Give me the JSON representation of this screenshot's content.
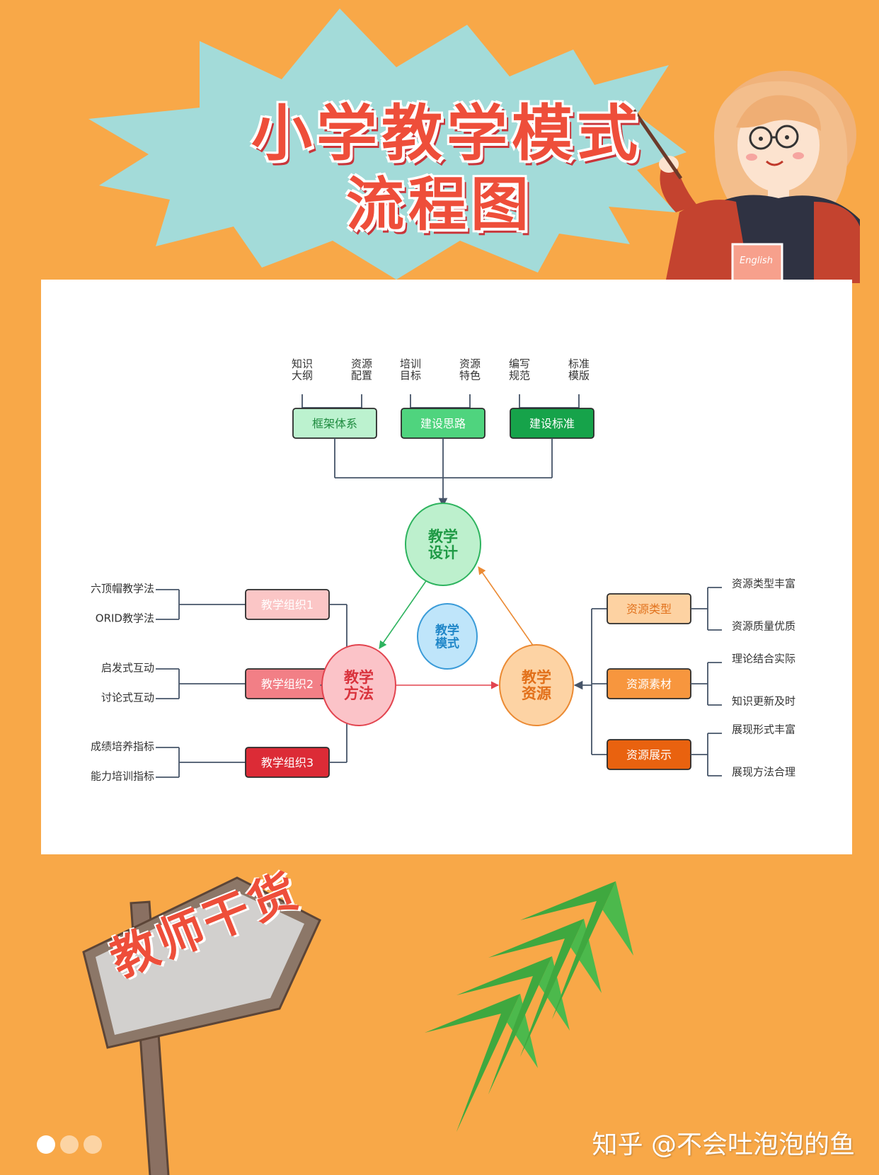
{
  "header": {
    "title_line1": "小学教学模式",
    "title_line2": "流程图"
  },
  "diagram": {
    "center": "教学\n模式",
    "hubs": {
      "design": "教学\n设计",
      "method": "教学\n方法",
      "resource": "教学\n资源"
    },
    "top_boxes": [
      {
        "label": "框架体系",
        "fill": "#BCF2CF",
        "text_color": "#1D8A3E",
        "leaves": [
          "知识\n大纲",
          "资源\n配置"
        ]
      },
      {
        "label": "建设思路",
        "fill": "#4FD47E",
        "text_color": "#ffffff",
        "leaves": [
          "培训\n目标",
          "资源\n特色"
        ]
      },
      {
        "label": "建设标准",
        "fill": "#16A34A",
        "text_color": "#ffffff",
        "leaves": [
          "编写\n规范",
          "标准\n模版"
        ]
      }
    ],
    "left_boxes": [
      {
        "label": "教学组织1",
        "fill": "#FBC6C6",
        "text_color": "#ffffff",
        "leaves": [
          "六顶帽教学法",
          "ORID教学法"
        ]
      },
      {
        "label": "教学组织2",
        "fill": "#F27F86",
        "text_color": "#ffffff",
        "leaves": [
          "启发式互动",
          "讨论式互动"
        ]
      },
      {
        "label": "教学组织3",
        "fill": "#DC2B36",
        "text_color": "#ffffff",
        "leaves": [
          "成绩培养指标",
          "能力培训指标"
        ]
      }
    ],
    "right_boxes": [
      {
        "label": "资源类型",
        "fill": "#FDD2A2",
        "text_color": "#E2731E",
        "leaves": [
          "资源类型丰富",
          "资源质量优质"
        ]
      },
      {
        "label": "资源素材",
        "fill": "#F7963E",
        "text_color": "#ffffff",
        "leaves": [
          "理论结合实际",
          "知识更新及时"
        ]
      },
      {
        "label": "资源展示",
        "fill": "#E9620F",
        "text_color": "#ffffff",
        "leaves": [
          "展现形式丰富",
          "展现方法合理"
        ]
      }
    ],
    "colors": {
      "design_fill": "#BDF0CD",
      "design_stroke": "#2DB35E",
      "design_text": "#1F9A45",
      "method_fill": "#FBC3C8",
      "method_stroke": "#E2444F",
      "method_text": "#D9323C",
      "resource_fill": "#FDD3A4",
      "resource_stroke": "#EB8A33",
      "resource_text": "#E2701A",
      "center_fill": "#BFE5FA",
      "center_stroke": "#3A9BD8",
      "center_text": "#1F86C8",
      "connector": "#465468"
    }
  },
  "book_label": "English",
  "sign": {
    "text": "教师干货"
  },
  "watermark": "知乎 @不会吐泡泡的鱼",
  "pagination": {
    "dots": 3,
    "active": 0
  }
}
